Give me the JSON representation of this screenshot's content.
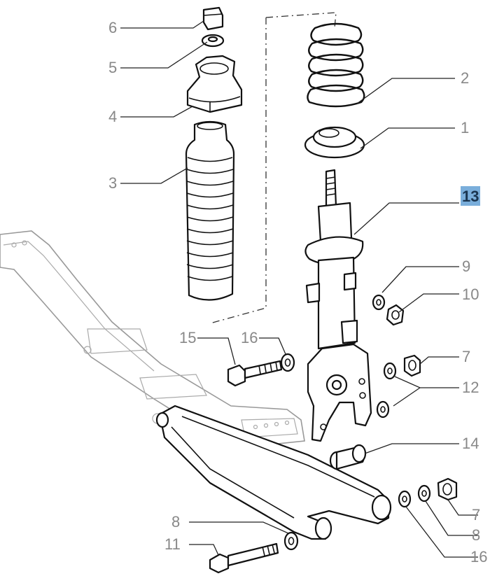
{
  "callouts": [
    {
      "id": "c6",
      "label": "6"
    },
    {
      "id": "c5",
      "label": "5"
    },
    {
      "id": "c4",
      "label": "4"
    },
    {
      "id": "c3",
      "label": "3"
    },
    {
      "id": "c2",
      "label": "2"
    },
    {
      "id": "c1",
      "label": "1"
    },
    {
      "id": "c13",
      "label": "13",
      "highlighted": true
    },
    {
      "id": "c9",
      "label": "9"
    },
    {
      "id": "c10",
      "label": "10"
    },
    {
      "id": "c15",
      "label": "15"
    },
    {
      "id": "c16a",
      "label": "16"
    },
    {
      "id": "c7a",
      "label": "7"
    },
    {
      "id": "c12",
      "label": "12"
    },
    {
      "id": "c14",
      "label": "14"
    },
    {
      "id": "c8a",
      "label": "8"
    },
    {
      "id": "c11",
      "label": "11"
    },
    {
      "id": "c7b",
      "label": "7"
    },
    {
      "id": "c8b",
      "label": "8"
    },
    {
      "id": "c16b",
      "label": "16"
    }
  ],
  "colors": {
    "callout_text": "#888888",
    "highlight_fill": "#7aaedb",
    "highlight_text": "#1a3550",
    "line": "#111111"
  }
}
